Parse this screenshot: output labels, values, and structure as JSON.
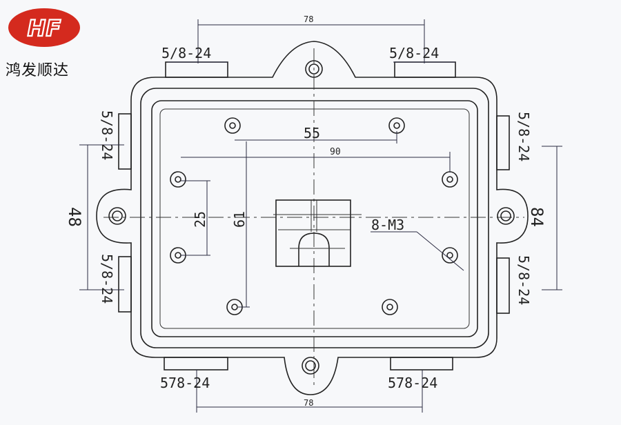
{
  "logo": {
    "mark_text": "HF",
    "brand_name": "鸿发顺达",
    "color": "#d42a1e"
  },
  "drawing": {
    "labels": {
      "width_top": "78",
      "width_bottom": "78",
      "thread_top_left": "5/8-24",
      "thread_top_right": "5/8-24",
      "thread_left_upper": "5/8-24",
      "thread_left_lower": "5/8-24",
      "thread_right_upper": "5/8-24",
      "thread_right_lower": "5/8-24",
      "thread_bottom_left": "578-24",
      "thread_bottom_right": "578-24",
      "hole_spacing_55": "55",
      "hole_spacing_90": "90",
      "height_48": "48",
      "height_25": "25",
      "height_61": "61",
      "height_84": "84",
      "screw_callout": "8-M3"
    }
  }
}
